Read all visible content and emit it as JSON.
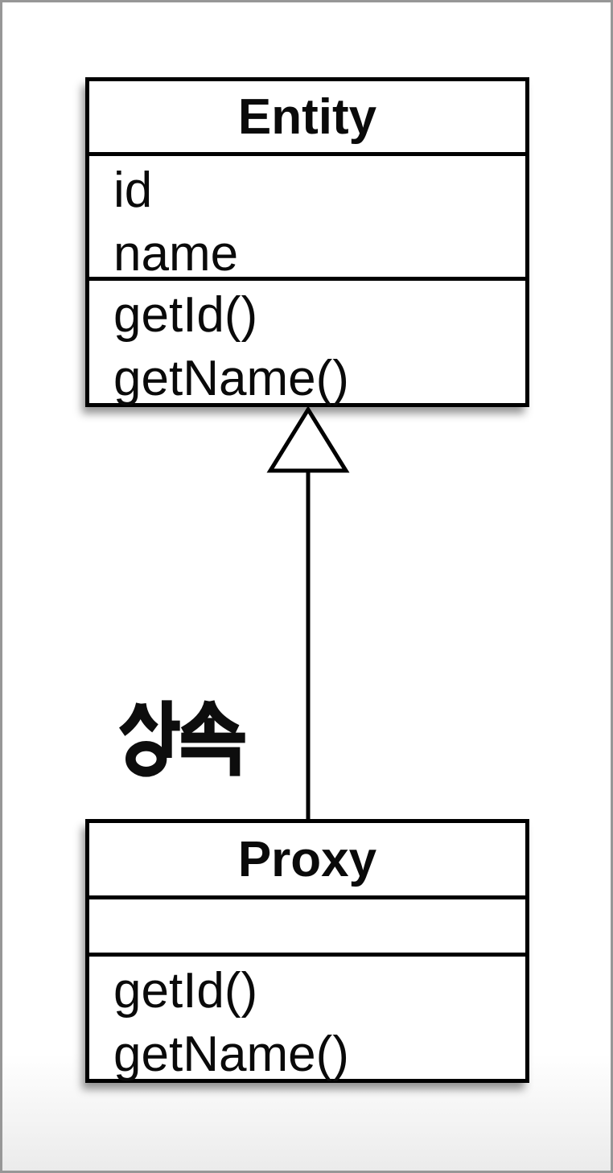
{
  "diagram": {
    "type": "uml-class-diagram",
    "classes": [
      {
        "name": "Entity",
        "attributes": [
          "id",
          "name"
        ],
        "methods": [
          "getId()",
          "getName()"
        ]
      },
      {
        "name": "Proxy",
        "attributes": [],
        "methods": [
          "getId()",
          "getName()"
        ]
      }
    ],
    "relationship": {
      "type": "inheritance",
      "from": "Proxy",
      "to": "Entity",
      "label": "상속"
    },
    "colors": {
      "box_border": "#000000",
      "box_fill": "#ffffff",
      "text": "#0a0a0a",
      "frame_border": "#979797",
      "background": "#ffffff"
    }
  }
}
